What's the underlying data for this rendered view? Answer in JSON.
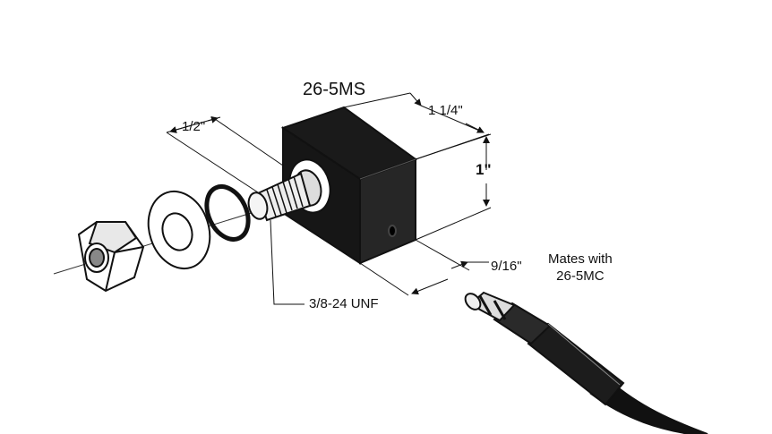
{
  "diagram": {
    "title": "26-5MS",
    "dimensions": {
      "length": "1 1/4\"",
      "height": "1\"",
      "thread_length": "1/2\"",
      "depth": "9/16\""
    },
    "thread_spec": "3/8-24 UNF",
    "mates_note": {
      "line1": "Mates with",
      "line2": "26-5MC"
    },
    "colors": {
      "ink": "#111111",
      "body": "#161616",
      "paper": "#ffffff"
    }
  }
}
